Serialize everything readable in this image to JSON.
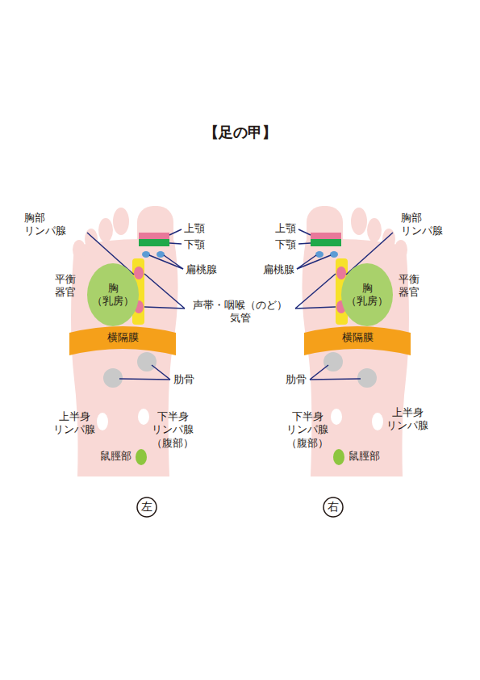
{
  "diagram": {
    "title": "【足の甲】",
    "nodes": [
      {
        "text": [
          "胸 （乳房）"
        ]
      },
      {
        "text": [
          "胸 （乳房）"
        ]
      },
      {
        "text": [
          "横隔膜"
        ]
      },
      {
        "text": [
          "横隔膜"
        ]
      },
      {
        "text": [
          "左"
        ]
      },
      {
        "text": [
          "右"
        ]
      }
    ],
    "labels": [
      "胸部 リンパ腺",
      "胸部 リンパ腺",
      "上顎",
      "上顎",
      "下顎",
      "下顎",
      "扁桃腺",
      "扁桃腺",
      "平衡 器官",
      "平衡 器官",
      "声帯・咽喉（のど） 気管",
      "肋骨",
      "肋骨",
      "上半身 リンパ腺",
      "下半身 リンパ腺 （腹部）",
      "下半身 リンパ腺 （腹部）",
      "上半身 リンパ腺",
      "鼠脛部",
      "鼠脛部"
    ]
  }
}
